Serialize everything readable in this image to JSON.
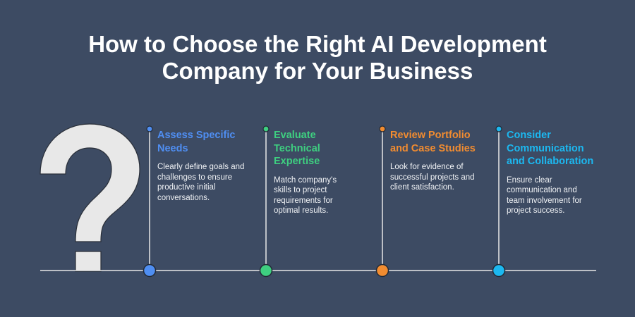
{
  "title": {
    "line1": "How to Choose the Right AI Development",
    "line2": "Company for Your Business"
  },
  "steps": [
    {
      "heading": "Assess Specific Needs",
      "text": "Clearly define goals and challenges to ensure productive initial conversations.",
      "color": "#4f8ef2"
    },
    {
      "heading": "Evaluate Technical Expertise",
      "text": "Match company's skills to project requirements for optimal results.",
      "color": "#3ecf80"
    },
    {
      "heading": "Review Portfolio and Case Studies",
      "text": "Look for evidence of successful projects and client satisfaction.",
      "color": "#f28c30"
    },
    {
      "heading": "Consider Communication and Collaboration",
      "text": "Ensure clear communication and team involvement for project success.",
      "color": "#1cb8f0"
    }
  ],
  "icons": {
    "question": "question-mark-icon"
  }
}
